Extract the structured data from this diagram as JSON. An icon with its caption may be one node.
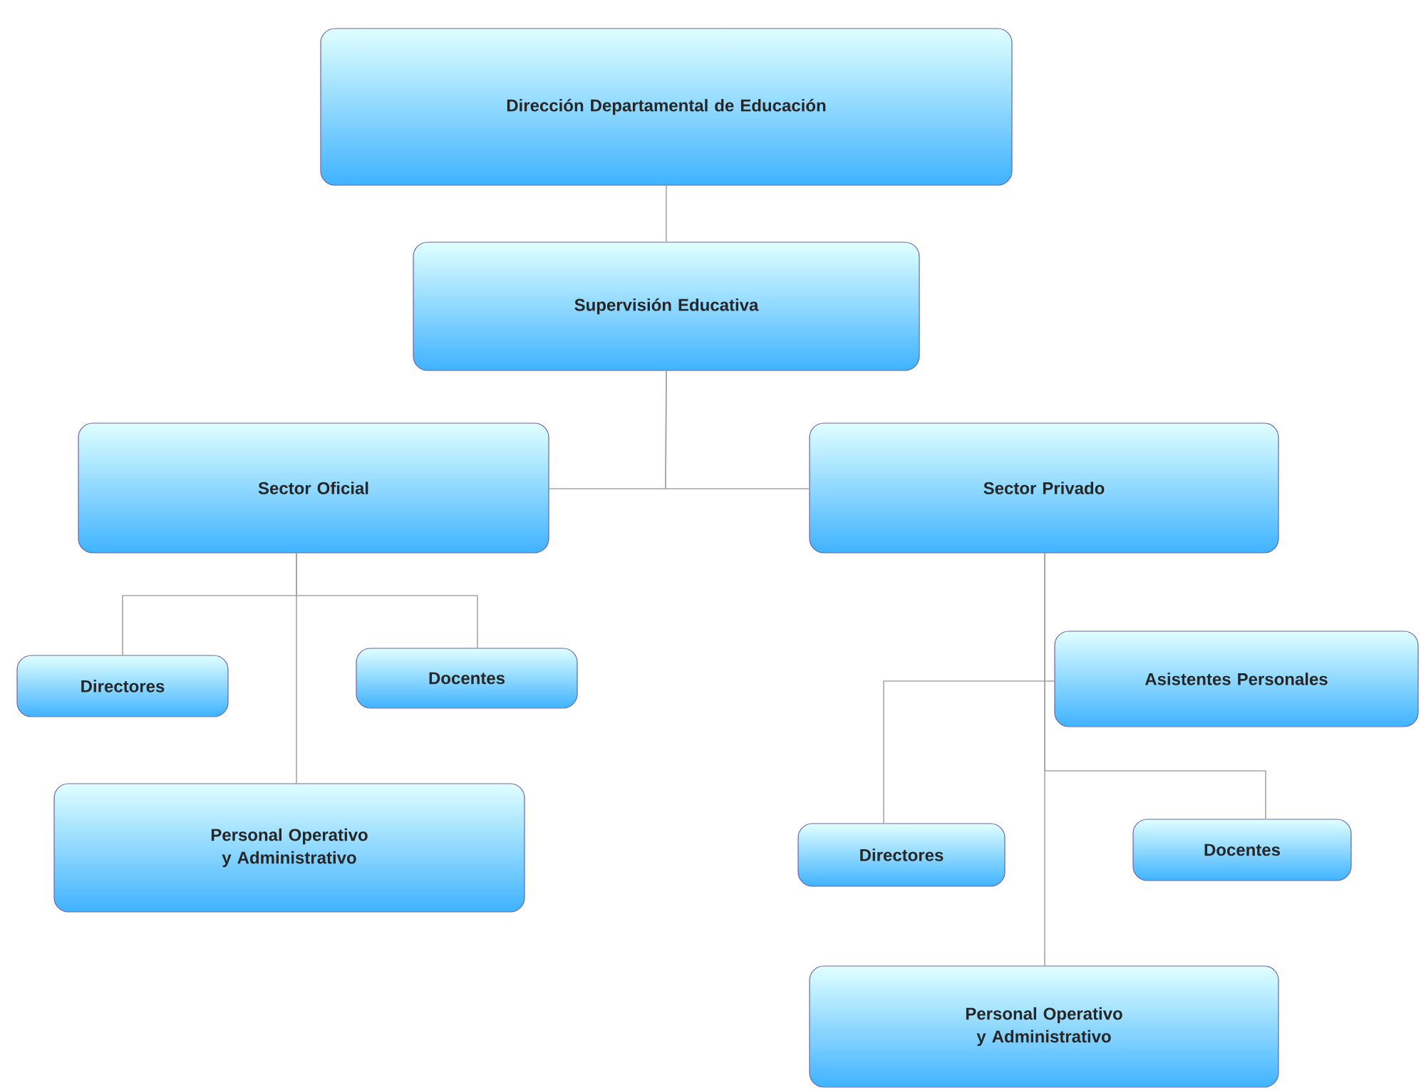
{
  "diagram": {
    "nodes": [
      {
        "text": [
          "Dirección Departamental de Educación"
        ]
      },
      {
        "text": [
          "Supervisión Educativa"
        ]
      },
      {
        "text": [
          "Sector Oficial"
        ]
      },
      {
        "text": [
          "Sector Privado"
        ]
      },
      {
        "text": [
          "Directores"
        ]
      },
      {
        "text": [
          "Docentes"
        ]
      },
      {
        "text": [
          "Personal Operativo y Administrativo"
        ]
      },
      {
        "text": [
          "Asistentes Personales"
        ]
      },
      {
        "text": [
          "Directores"
        ]
      },
      {
        "text": [
          "Docentes"
        ]
      },
      {
        "text": [
          "Personal Operativo y Administrativo"
        ]
      }
    ],
    "edges": [
      {
        "from": 0,
        "to": 1,
        "arrow": "none"
      },
      {
        "from": 1,
        "to": 2,
        "arrow": "none"
      },
      {
        "from": 1,
        "to": 3,
        "arrow": "none"
      },
      {
        "from": 2,
        "to": 4,
        "arrow": "none"
      },
      {
        "from": 2,
        "to": 5,
        "arrow": "none"
      },
      {
        "from": 2,
        "to": 6,
        "arrow": "none"
      },
      {
        "from": 3,
        "to": 7,
        "arrow": "none"
      },
      {
        "from": 3,
        "to": 8,
        "arrow": "none"
      },
      {
        "from": 3,
        "to": 9,
        "arrow": "none"
      },
      {
        "from": 3,
        "to": 10,
        "arrow": "none"
      }
    ]
  }
}
